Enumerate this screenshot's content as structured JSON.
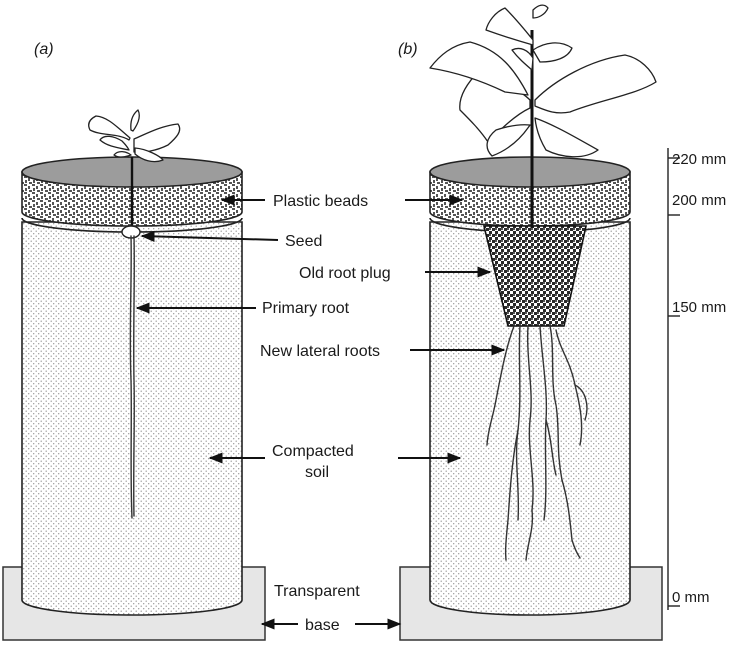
{
  "panels": {
    "a": {
      "tag": "(a)"
    },
    "b": {
      "tag": "(b)"
    }
  },
  "labels": {
    "plastic_beads": "Plastic beads",
    "seed": "Seed",
    "primary_root": "Primary root",
    "old_root_plug": "Old root plug",
    "new_lateral_roots": "New lateral roots",
    "compacted_soil_line1": "Compacted",
    "compacted_soil_line2": "soil",
    "transparent_base_line1": "Transparent",
    "transparent_base_line2": "base"
  },
  "scale": {
    "ticks": [
      "220 mm",
      "200 mm",
      "150 mm",
      "0 mm"
    ]
  },
  "colors": {
    "soil_dots": "#9a9a9a",
    "bead_pattern": "#555555",
    "lid_top": "#9c9c9c",
    "base_fill": "#e6e6e6",
    "plug_fill": "#3a3a3a"
  }
}
